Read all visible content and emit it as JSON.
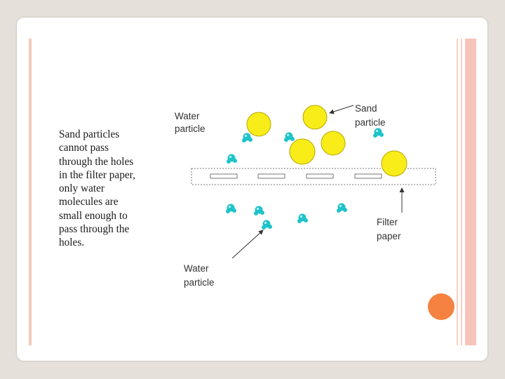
{
  "explanation_text": "Sand particles\ncannot pass\nthrough the holes\nin the filter paper,\nonly water\nmolecules are\nsmall enough to\npass through the\nholes.",
  "labels": {
    "water_top": [
      "Water",
      "particle"
    ],
    "sand": [
      "Sand",
      "particle"
    ],
    "filter": [
      "Filter",
      "paper"
    ],
    "water_bottom": [
      "Water",
      "particle"
    ]
  },
  "colors": {
    "sand": "#f8ec19",
    "sand_outline": "#b8a800",
    "water": "#1ec3c9",
    "accent_dot": "#f58241",
    "border_pink": "#f6c7bd"
  }
}
